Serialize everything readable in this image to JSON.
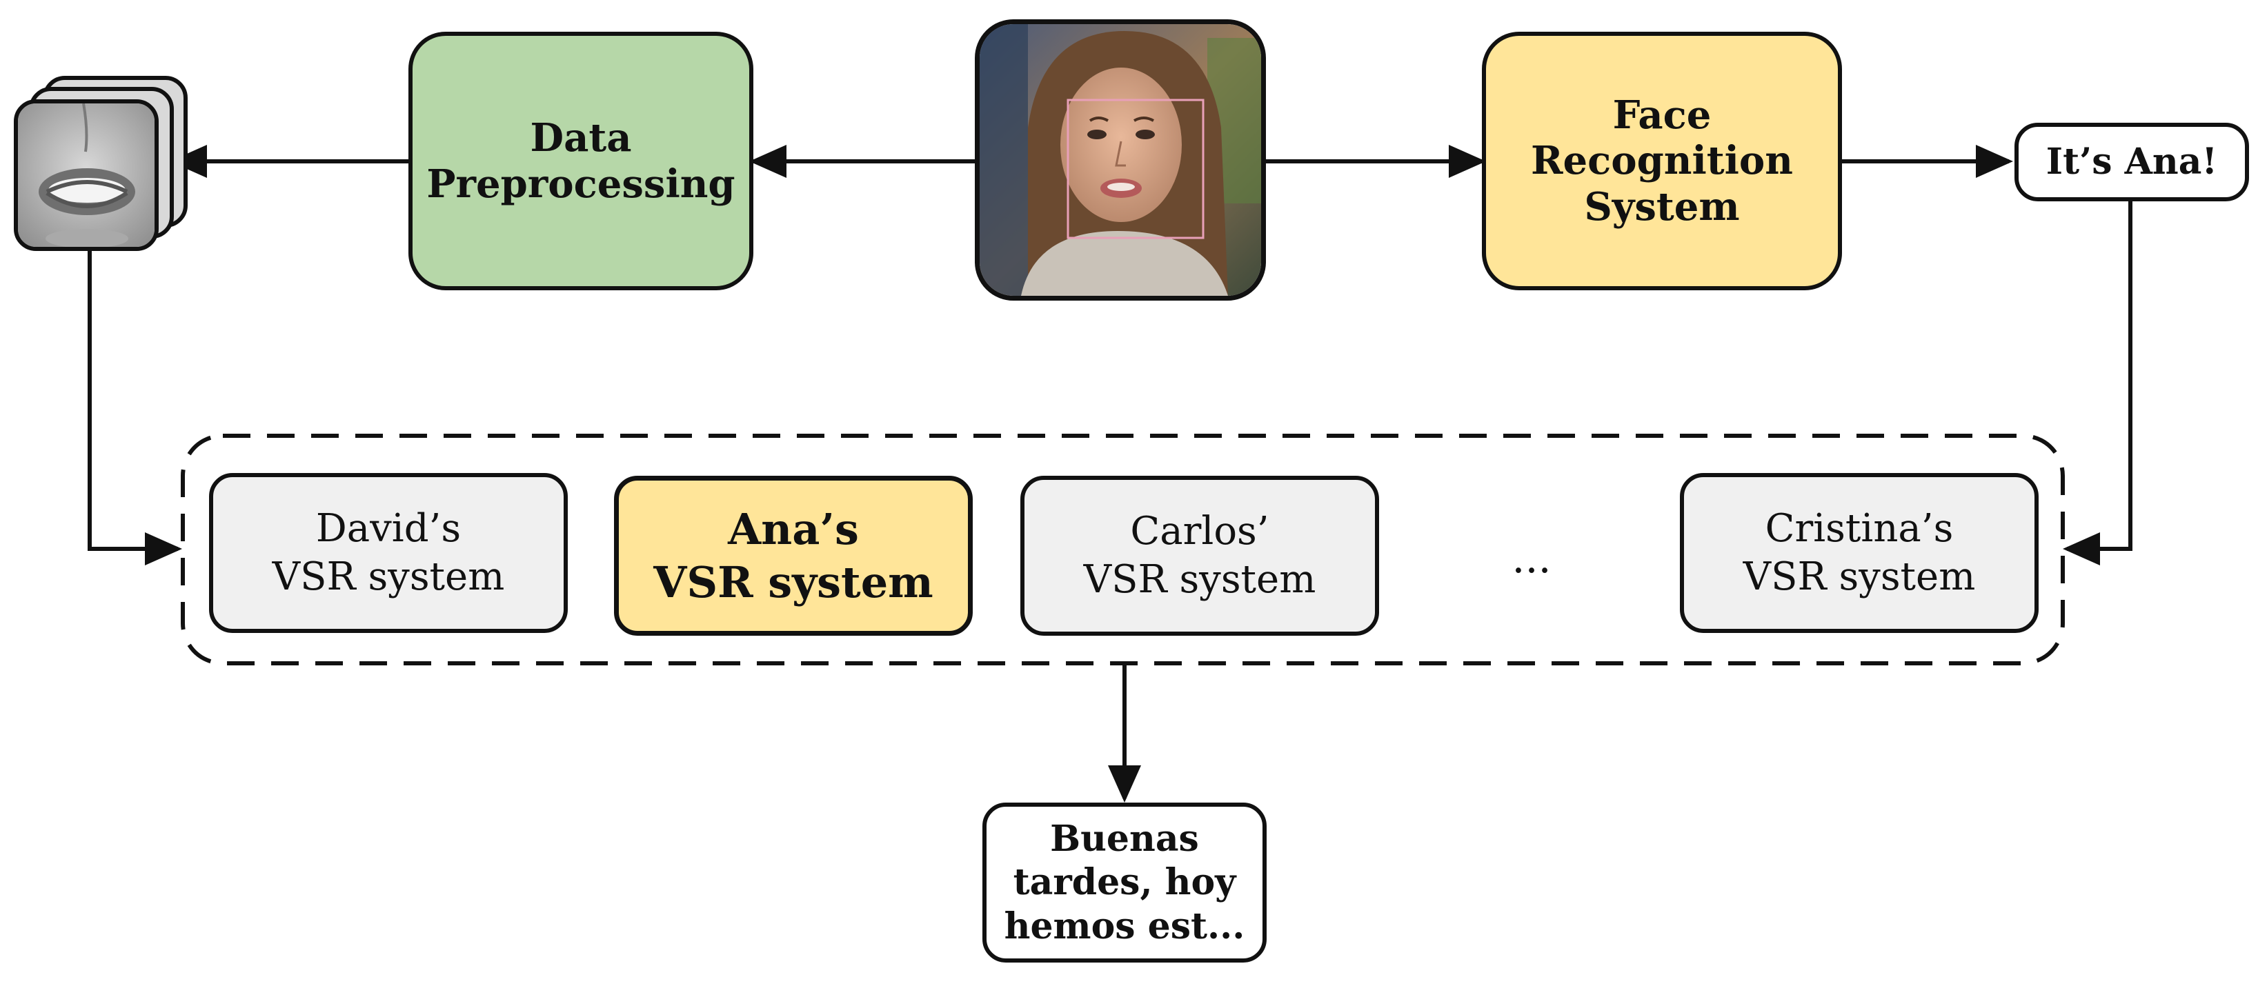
{
  "colors": {
    "preprocessing_fill": "#b6d7a8",
    "recognition_fill": "#ffe599",
    "vsr_default_fill": "#f0f0f0",
    "vsr_selected_fill": "#ffe599",
    "stroke": "#111111"
  },
  "nodes": {
    "data_preprocessing": "Data\nPreprocessing",
    "face_recognition": "Face\nRecognition\nSystem",
    "identity_output": "It’s Ana!",
    "transcript_output": "Buenas\ntardes, hoy\nhemos est..."
  },
  "vsr_systems": [
    {
      "label": "David’s\nVSR system",
      "selected": false
    },
    {
      "label": "Ana’s\nVSR system",
      "selected": true
    },
    {
      "label": "Carlos’\nVSR system",
      "selected": false
    },
    {
      "label": "Cristina’s\nVSR system",
      "selected": false
    }
  ],
  "ellipsis": "...",
  "images": {
    "input_face_frame": "face-photo",
    "mouth_roi_frames": "mouth-crop-stack"
  }
}
